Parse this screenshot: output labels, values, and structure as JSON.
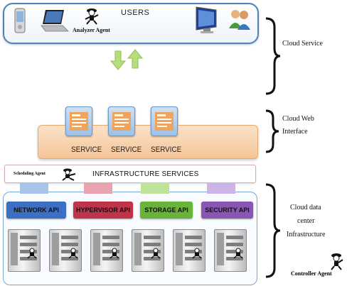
{
  "users": {
    "title": "USERS",
    "analyzer_label": "Analyzer Agent"
  },
  "braces": {
    "cloud_service": "Cloud Service",
    "cloud_web_line1": "Cloud Web",
    "cloud_web_line2": "Interface",
    "dc_line1": "Cloud data",
    "dc_line2": "center",
    "dc_line3": "Infrastructure"
  },
  "services": {
    "labels": [
      "SERVICE",
      "SERVICE",
      "SERVICE"
    ]
  },
  "infrastructure": {
    "title": "INFRASTRUCTURE SERVICES",
    "scheduling_label": "Scheduling Agent"
  },
  "apis": [
    {
      "label": "NETWORK API",
      "color": "#3b70c4",
      "stripe": "#a9c3ea",
      "text_color": "#111111"
    },
    {
      "label": "HYPERVISOR API",
      "color": "#c0334a",
      "stripe": "#e8a3b0",
      "text_color": "#111111"
    },
    {
      "label": "STORAGE API",
      "color": "#69b33b",
      "stripe": "#bfe39a",
      "text_color": "#111111"
    },
    {
      "label": "SECURITY API",
      "color": "#8a56b4",
      "stripe": "#cdb4e6",
      "text_color": "#111111"
    }
  ],
  "controller": {
    "label": "Controller Agent"
  },
  "colors": {
    "users_border": "#4f81bd",
    "arrow_green": "#b7dc7a"
  }
}
